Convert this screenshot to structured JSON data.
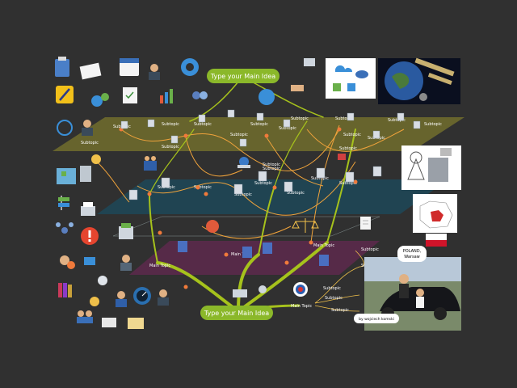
{
  "diagram": {
    "main_idea_top": "Type your Main Idea",
    "main_idea_bottom": "Type your Main Idea",
    "main_topic": "Main Topic",
    "subtopic": "Subtopic",
    "location_line1": "POLAND,",
    "location_line2": "Warsaw",
    "author": "by wojciech komski"
  },
  "colors": {
    "background": "#303030",
    "pill": "#8bb82a",
    "branch_green": "#a6c21c",
    "branch_orange": "#f0a33b",
    "layer_top": "#6e6a2e",
    "layer_mid": "#1f4656",
    "layer_low": "#5a2a4b",
    "layer_bottom": "#2e4535"
  },
  "icons": {
    "left_column": [
      "clipboard-icon",
      "pencil-icon",
      "calendar-icon",
      "manager-icon",
      "gear-icon",
      "cogs-icon",
      "checklist-icon",
      "chart-icon",
      "refresh-user-icon",
      "map-icon",
      "signpost-icon",
      "printer-icon",
      "warning-icon",
      "fax-icon",
      "user-cog-icon",
      "desktop-icon",
      "books-icon",
      "storm-icon",
      "people-icon",
      "speedometer-icon"
    ],
    "photos": [
      "cloud-network-photo",
      "earth-photo",
      "space-station-photo",
      "satellite-dish-photo",
      "city-building-photo",
      "poland-map-photo",
      "poland-flag-icon",
      "car-people-photo"
    ]
  }
}
